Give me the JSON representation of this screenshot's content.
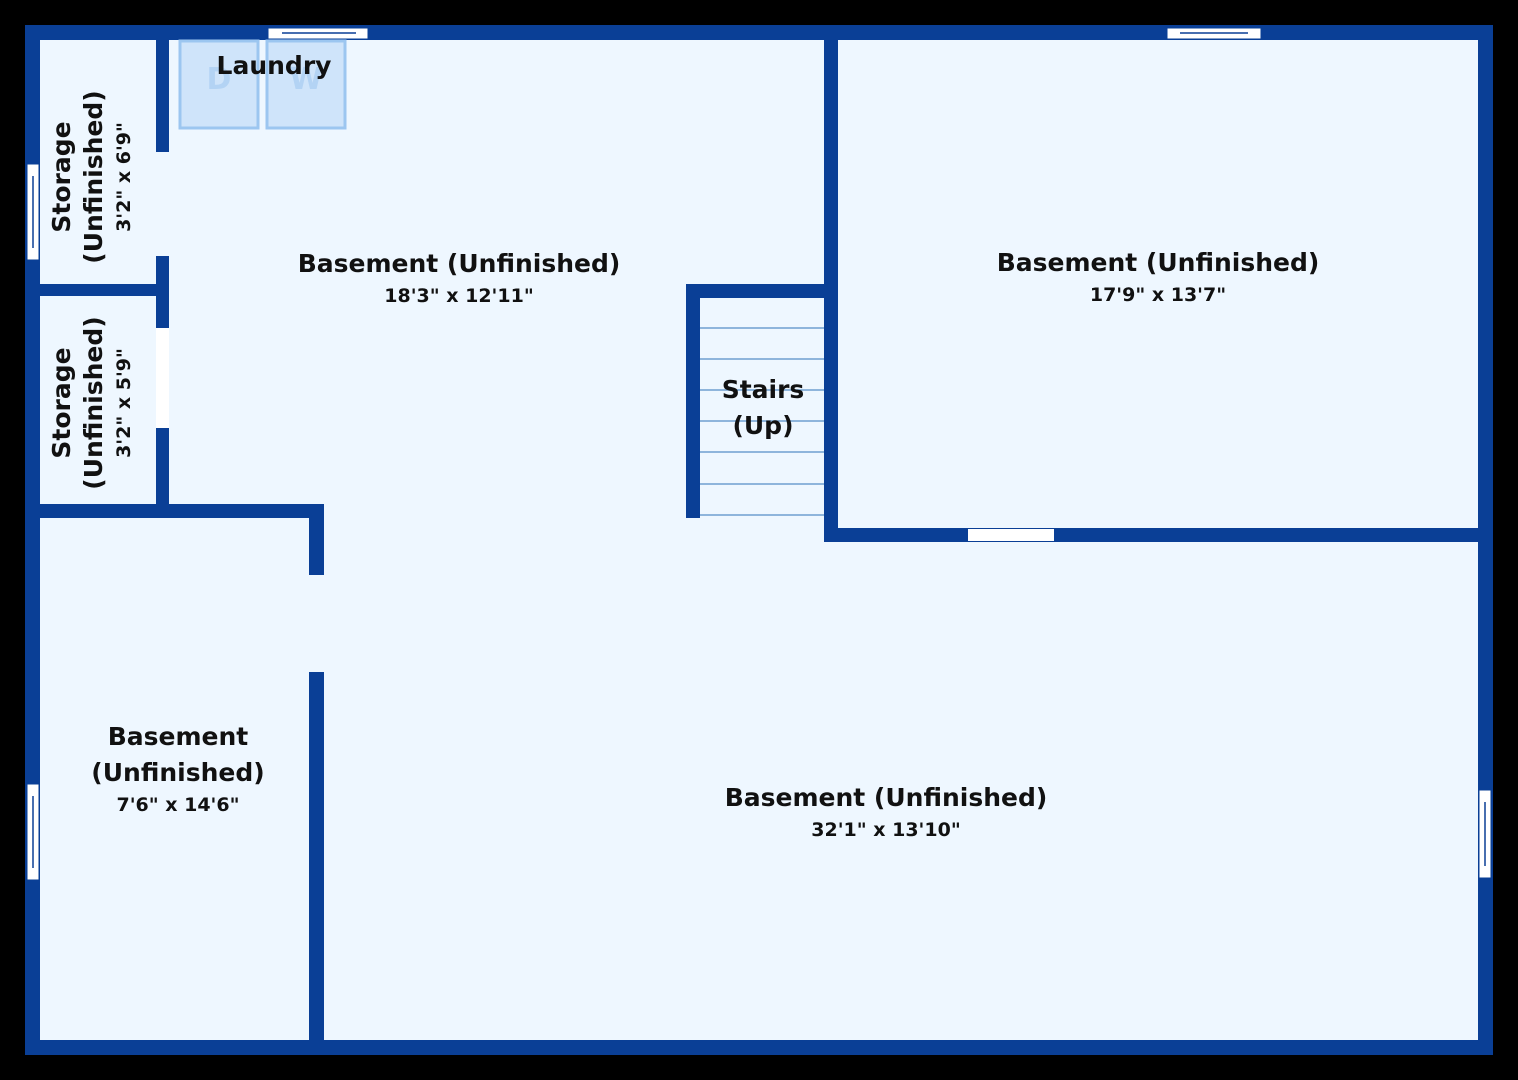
{
  "floor_plan": {
    "colors": {
      "background": "#000000",
      "floor": "#eef7ff",
      "wall": "#0a3f96",
      "window": "#ffffff",
      "appliance": "#cfe4fa"
    },
    "rooms": {
      "laundry": {
        "name": "Laundry"
      },
      "basement_top_middle": {
        "name": "Basement (Unfinished)",
        "dims": "18'3\" x 12'11\""
      },
      "basement_top_right": {
        "name": "Basement (Unfinished)",
        "dims": "17'9\" x 13'7\""
      },
      "storage_top": {
        "name": "Storage (Unfinished)",
        "name_line1": "Storage",
        "name_line2": "(Unfinished)",
        "dims": "3'2\" x 6'9\""
      },
      "storage_bottom": {
        "name": "Storage (Unfinished)",
        "name_line1": "Storage",
        "name_line2": "(Unfinished)",
        "dims": "3'2\" x 5'9\""
      },
      "stairs": {
        "name": "Stairs (Up)",
        "name_line1": "Stairs",
        "name_line2": "(Up)"
      },
      "basement_bottom_left": {
        "name": "Basement (Unfinished)",
        "name_line1": "Basement",
        "name_line2": "(Unfinished)",
        "dims": "7'6\" x 14'6\""
      },
      "basement_bottom_right": {
        "name": "Basement (Unfinished)",
        "dims": "32'1\" x 13'10\""
      }
    },
    "appliances": {
      "dryer": "D",
      "washer": "W"
    }
  }
}
